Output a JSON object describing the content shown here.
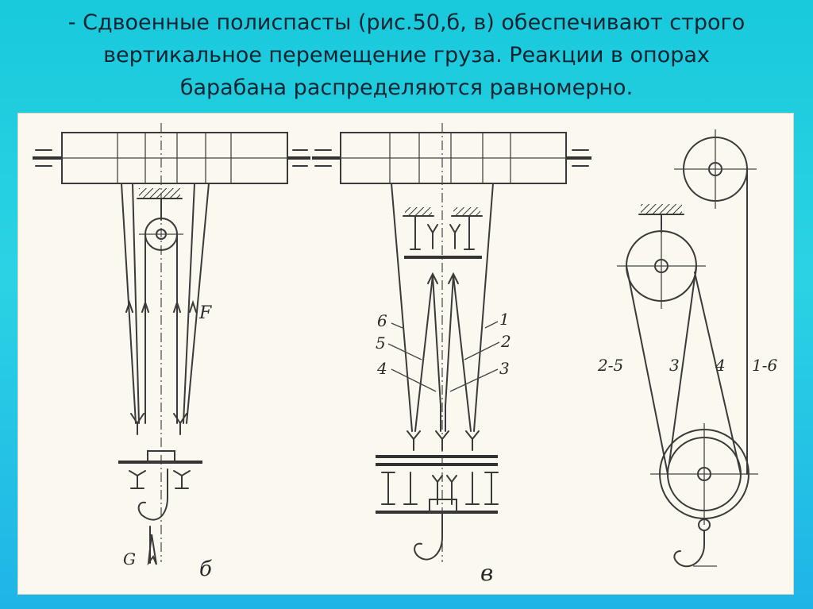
{
  "slide": {
    "title_lines": [
      "- Сдвоенные полиспасты (рис.50,б, в) обеспечивают строго",
      "вертикальное перемещение груза. Реакции в опорах",
      "барабана распределяются равномерно."
    ]
  },
  "figure": {
    "labels": {
      "force_F": "F",
      "weight_G": "G",
      "panel_b": "б",
      "panel_v": "в",
      "branch_6": "6",
      "branch_5": "5",
      "branch_4": "4",
      "branch_1": "1",
      "branch_2": "2",
      "branch_3": "3",
      "c_2_5": "2-5",
      "c_3": "3",
      "c_4": "4",
      "c_1_6": "1-6"
    }
  }
}
